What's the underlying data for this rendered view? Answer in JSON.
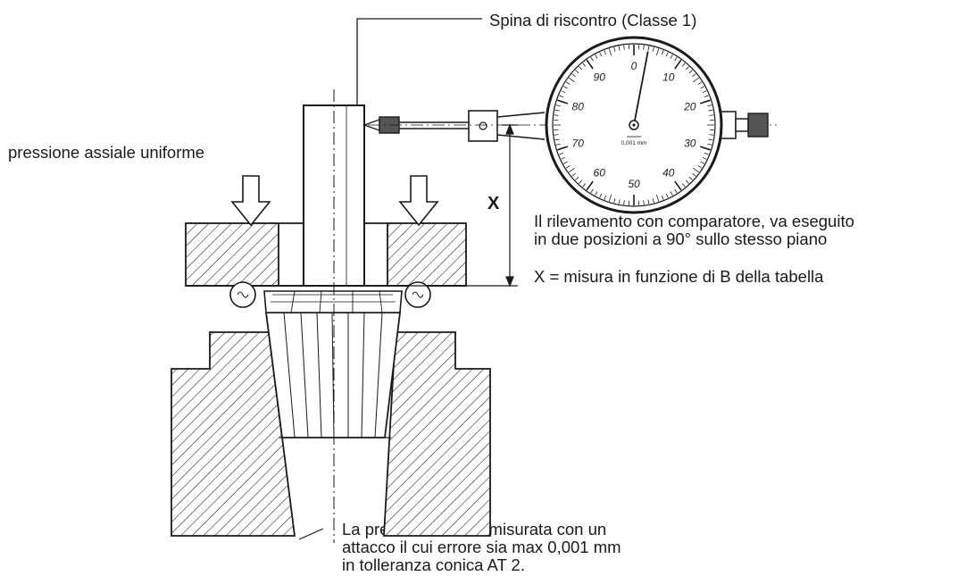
{
  "labels": {
    "pin": "Spina di riscontro (Classe 1)",
    "pressure": "pressione assiale uniforme",
    "dimension_x": "X",
    "measurement_line1": "Il rilevamento con comparatore, va eseguito",
    "measurement_line2": "in due posizioni a 90° sullo stesso piano",
    "x_definition": "X = misura in funzione di B della tabella",
    "precision_line1": "La precisione viene misurata con un",
    "precision_line2": "attacco il cui errore sia max 0,001 mm",
    "precision_line3": "in tolleranza conica AT 2."
  },
  "dial": {
    "numbers": [
      "0",
      "10",
      "20",
      "30",
      "40",
      "50",
      "60",
      "70",
      "80",
      "90"
    ],
    "unit": "0,001 mm",
    "needle_value": 3
  },
  "colors": {
    "ink": "#1a1a1a",
    "background": "#ffffff"
  }
}
